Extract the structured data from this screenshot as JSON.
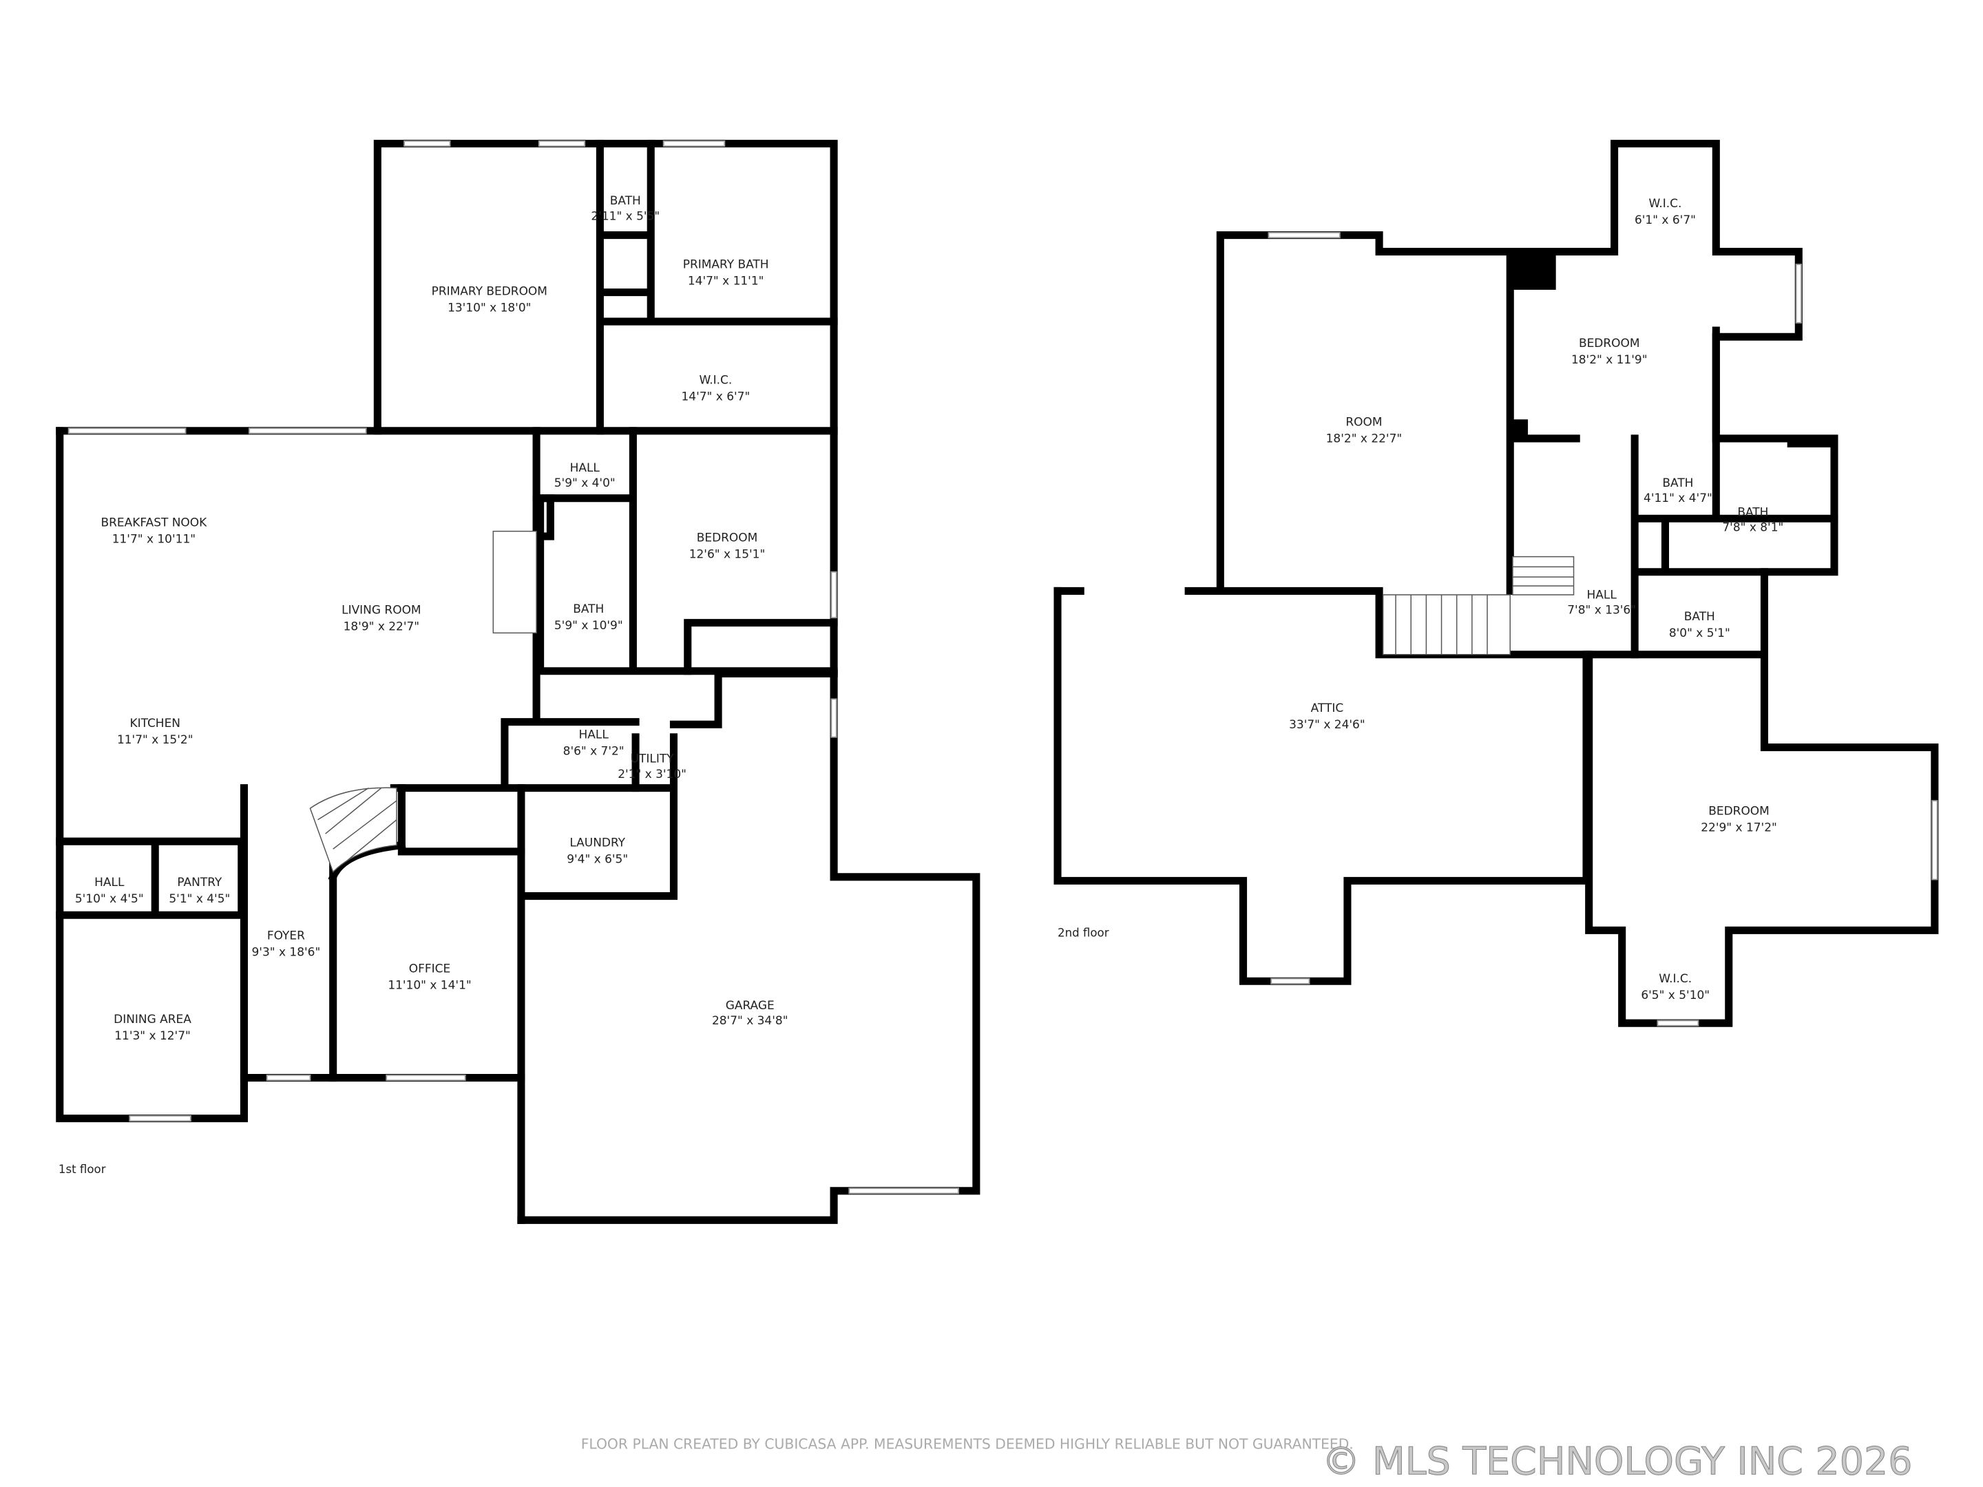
{
  "floors": [
    {
      "label": "1st floor",
      "rooms": [
        {
          "name": "PRIMARY BEDROOM",
          "size": "13'10\" x 18'0\""
        },
        {
          "name": "BATH",
          "size": "2'11\" x 5'5\""
        },
        {
          "name": "PRIMARY BATH",
          "size": "14'7\" x 11'1\""
        },
        {
          "name": "W.I.C.",
          "size": "14'7\" x 6'7\""
        },
        {
          "name": "HALL",
          "size": "5'9\" x 4'0\""
        },
        {
          "name": "BREAKFAST NOOK",
          "size": "11'7\" x 10'11\""
        },
        {
          "name": "BEDROOM",
          "size": "12'6\" x 15'1\""
        },
        {
          "name": "LIVING ROOM",
          "size": "18'9\" x 22'7\""
        },
        {
          "name": "BATH",
          "size": "5'9\" x 10'9\""
        },
        {
          "name": "KITCHEN",
          "size": "11'7\" x 15'2\""
        },
        {
          "name": "HALL",
          "size": "8'6\" x 7'2\""
        },
        {
          "name": "UTILITY",
          "size": "2'1\" x 3'10\""
        },
        {
          "name": "LAUNDRY",
          "size": "9'4\" x 6'5\""
        },
        {
          "name": "HALL",
          "size": "5'10\" x 4'5\""
        },
        {
          "name": "PANTRY",
          "size": "5'1\" x 4'5\""
        },
        {
          "name": "FOYER",
          "size": "9'3\" x 18'6\""
        },
        {
          "name": "OFFICE",
          "size": "11'10\" x 14'1\""
        },
        {
          "name": "DINING AREA",
          "size": "11'3\" x 12'7\""
        },
        {
          "name": "GARAGE",
          "size": "28'7\" x 34'8\""
        }
      ]
    },
    {
      "label": "2nd floor",
      "rooms": [
        {
          "name": "W.I.C.",
          "size": "6'1\" x 6'7\""
        },
        {
          "name": "ROOM",
          "size": "18'2\" x 22'7\""
        },
        {
          "name": "BEDROOM",
          "size": "18'2\" x 11'9\""
        },
        {
          "name": "BATH",
          "size": "4'11\" x 4'7\""
        },
        {
          "name": "BATH",
          "size": "7'8\" x 8'1\""
        },
        {
          "name": "HALL",
          "size": "7'8\" x 13'6\""
        },
        {
          "name": "BATH",
          "size": "8'0\" x 5'1\""
        },
        {
          "name": "ATTIC",
          "size": "33'7\" x 24'6\""
        },
        {
          "name": "BEDROOM",
          "size": "22'9\" x 17'2\""
        },
        {
          "name": "W.I.C.",
          "size": "6'5\" x 5'10\""
        }
      ]
    }
  ],
  "disclaimer": "FLOOR PLAN CREATED BY CUBICASA APP. MEASUREMENTS DEEMED HIGHLY RELIABLE BUT NOT GUARANTEED.",
  "watermark": "© MLS TECHNOLOGY INC 2026"
}
